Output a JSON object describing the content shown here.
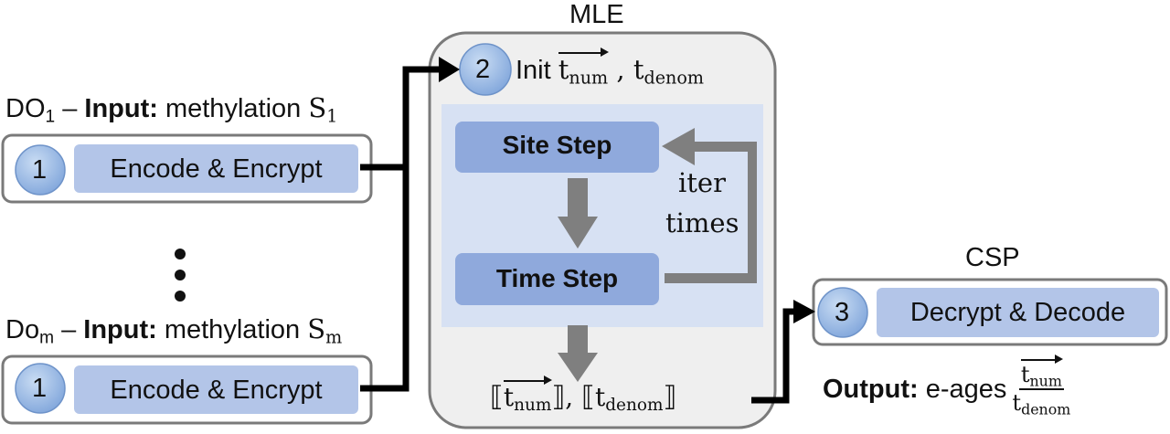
{
  "mle": {
    "title": "MLE",
    "init_prefix": "Init",
    "t_num": "t",
    "t_num_sub": "num",
    "t_denom": "t",
    "t_denom_sub": "denom"
  },
  "loop": {
    "site_step": "Site Step",
    "time_step": "Time Step",
    "iter_line1": "iter",
    "iter_line2": "times"
  },
  "output_mle": {
    "t_num": "t",
    "t_num_sub": "num",
    "t_denom": "t",
    "t_denom_sub": "denom"
  },
  "do1": {
    "prefix": "DO",
    "sub": "1",
    "input_bold": "Input:",
    "input_rest": "methylation",
    "s": "S",
    "s_sub": "1",
    "step_num": "1",
    "action": "Encode & Encrypt"
  },
  "dom": {
    "prefix": "Do",
    "sub": "m",
    "input_bold": "Input:",
    "input_rest": "methylation",
    "s": "S",
    "s_sub": "m",
    "step_num": "1",
    "action": "Encode & Encrypt"
  },
  "csp": {
    "title": "CSP",
    "step_num": "3",
    "action": "Decrypt & Decode"
  },
  "mle_step_num": "2",
  "output": {
    "bold": "Output:",
    "rest": "e-ages",
    "num": "t",
    "num_sub": "num",
    "den": "t",
    "den_sub": "denom"
  },
  "colors": {
    "panel_bg": "#efefef",
    "panel_border": "#7a7a7a",
    "inner_bg": "#d7e1f3",
    "step_box": "#8fa9dc",
    "action_box": "#b3c5e8",
    "circle": "#9dbde6",
    "arrow_gray": "#7f7f7f"
  }
}
